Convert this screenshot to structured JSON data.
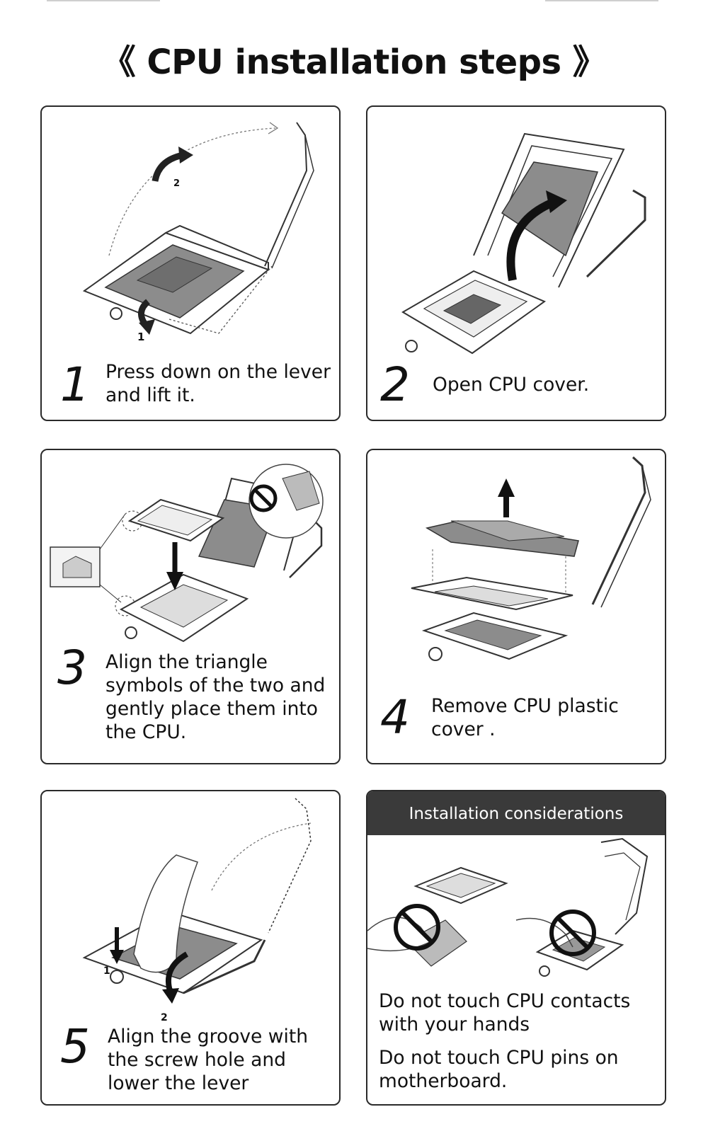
{
  "page": {
    "title": "《 CPU installation steps 》"
  },
  "steps": [
    {
      "number": "1",
      "lines": [
        "Press down on the lever",
        "and lift it."
      ],
      "callouts": [
        "1",
        "2"
      ]
    },
    {
      "number": "2",
      "lines": [
        "Open CPU cover."
      ]
    },
    {
      "number": "3",
      "lines": [
        "Align the triangle",
        "symbols of the two and",
        "gently place them into",
        "the CPU."
      ]
    },
    {
      "number": "4",
      "lines": [
        "Remove CPU plastic",
        "cover ."
      ]
    },
    {
      "number": "5",
      "lines": [
        "Align the groove with",
        "the screw hole and",
        "lower the lever"
      ],
      "callouts": [
        "1",
        "2"
      ]
    }
  ],
  "considerations": {
    "header": "Installation considerations",
    "notes": [
      [
        "Do not touch CPU contacts",
        "with your hands"
      ],
      [
        "Do not touch CPU pins on",
        "motherboard."
      ]
    ]
  },
  "icons": {
    "arrow": "curved-arrow-icon",
    "prohibit": "prohibited-icon"
  },
  "colors": {
    "border": "#2a2a2a",
    "header_bg": "#3a3a3a",
    "cpu_gray": "#8c8c8c",
    "line_art": "#333333"
  }
}
